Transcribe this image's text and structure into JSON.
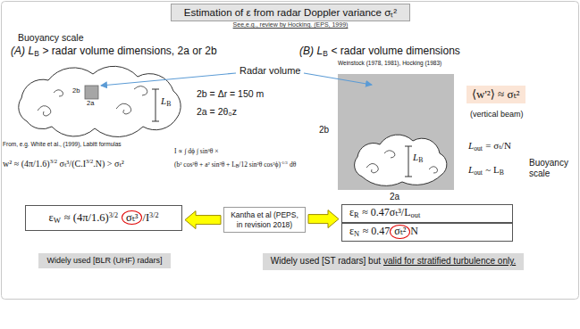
{
  "diagram": {
    "title": "Estimation of ε from radar Doppler variance σₜ²",
    "nodes": [
      {
        "text": [
          "⟨w'²⟩ ≈ σₜ²"
        ]
      },
      {
        "text": [
          "ε",
          "W",
          "≈ (4π/1.6)",
          "3/2",
          "σₜ³",
          "/I",
          "3/2"
        ]
      },
      {
        "text": [
          "Widely used [BLR (UHF) radars]"
        ]
      },
      {
        "text": [
          "Kantha et al (PEPS, in revision 2018)"
        ]
      },
      {
        "text": [
          "ε",
          "R",
          "≈ 0.47σₜ³/L",
          "out"
        ]
      },
      {
        "text": [
          "ε",
          "N",
          "≈ 0.47",
          "σₜ²",
          "N"
        ]
      },
      {
        "text": [
          "Widely used [ST radars] but",
          "valid for stratified turbulence only."
        ]
      }
    ],
    "edges": [
      {
        "from": 3,
        "to": 1,
        "arrow": "to"
      },
      {
        "from": 3,
        "to": 4,
        "arrow": "to"
      }
    ],
    "labels": [
      "See,e.g., review by Hocking. (EPS, 1999)",
      "Buoyancy scale",
      "(A)",
      "L",
      "B",
      "> radar volume dimensions, 2a or 2b",
      "Radar volume",
      "2b",
      "2a",
      "L",
      "B",
      "2b = Δr = 150 m",
      "2a = 2θ₀z",
      "From, e.g. White et al., (1999), Labitt formulas",
      "w² ≈ (4π/1.6)",
      "3/2",
      "σₜ³/(C.I",
      "3/2",
      ".N) > σₜ²",
      "I ∝ ∫ dϕ ∫ sin³θ ×",
      "(b² cos²θ + a² sin²θ + L",
      "B",
      "/12 sin²θ cos²ϕ)",
      "-1/3",
      "dθ",
      "(B)",
      "L",
      "B",
      "< radar volume dimensions",
      "Weinstock (1978, 1981), Hocking (1983)",
      "2b",
      "2a",
      "L",
      "B",
      "(vertical beam)",
      "L",
      "out",
      "= σₜ/N",
      "L",
      "out",
      "~ L",
      "B",
      "Buoyancy scale"
    ]
  }
}
